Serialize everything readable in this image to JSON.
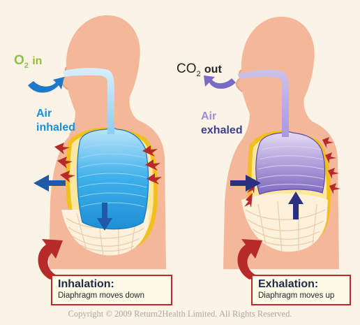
{
  "labels": {
    "o2_prefix": "O",
    "o2_sub": "2",
    "o2_word": "in",
    "co2_prefix": "CO",
    "co2_sub": "2",
    "co2_word": "out",
    "air_in_line1": "Air",
    "air_in_line2": "inhaled",
    "air_out_line1": "Air",
    "air_out_line2": "exhaled"
  },
  "captions": {
    "left_heading": "Inhalation:",
    "left_sub": "Diaphragm moves down",
    "right_heading": "Exhalation:",
    "right_sub": "Diaphragm moves up"
  },
  "copyright": "Copyright © 2009 Return2Health Limited. All Rights Reserved.",
  "colors": {
    "skin": "#f4b79a",
    "lung_in": "#2fa8e6",
    "lung_out": "#9a86cf",
    "arrow_red": "#b72a2a",
    "arrow_blue": "#1e5aa8",
    "arrow_navy": "#2a2f80",
    "ribcage": "#f5c522"
  }
}
